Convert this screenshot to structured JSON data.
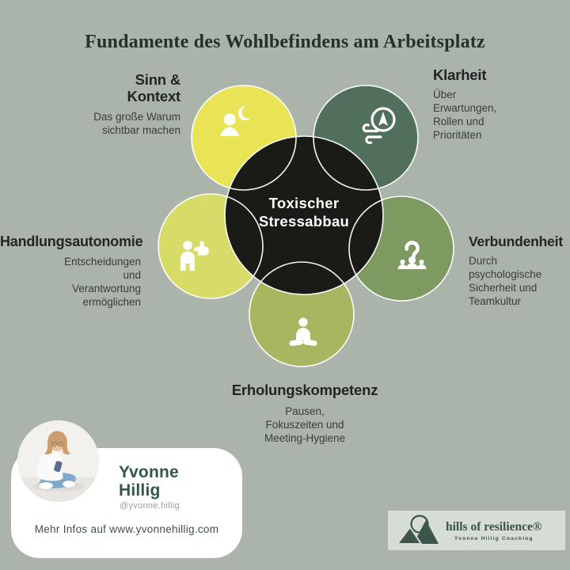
{
  "title": "Fundamente des Wohlbefindens am Arbeitsplatz",
  "background_color": "#aab4ab",
  "center": {
    "label": "Toxischer Stressabbau",
    "color": "#1a1b17",
    "text_color": "#ffffff"
  },
  "nodes": [
    {
      "id": "sinn-kontext",
      "label": "Sinn &\nKontext",
      "description": "Das große Warum\nsichtbar machen",
      "color": "#e9e356",
      "icon": "person-moon-icon"
    },
    {
      "id": "klarheit",
      "label": "Klarheit",
      "description": "Über\nErwartungen,\nRollen und\nPrioritäten",
      "color": "#51705c",
      "icon": "compass-wind-icon"
    },
    {
      "id": "verbundenheit",
      "label": "Verbundenheit",
      "description": "Durch\npsychologische\nSicherheit und\nTeamkultur",
      "color": "#7f9a61",
      "icon": "question-people-icon"
    },
    {
      "id": "erholungskompetenz",
      "label": "Erholungskompetenz",
      "description": "Pausen,\nFokuszeiten und\nMeeting-Hygiene",
      "color": "#a7b65f",
      "icon": "meditation-icon"
    },
    {
      "id": "handlungsautonomie",
      "label": "Handlungsautonomie",
      "description": "Entscheidungen\nund\nVerantwortung\nermöglichen",
      "color": "#d7db67",
      "icon": "person-choice-icon"
    }
  ],
  "profile_card": {
    "name": "Yvonne\nHillig",
    "handle": "@yvonne.hillig",
    "footer": "Mehr Infos auf www.yvonnehillig.com",
    "name_color": "#32584c"
  },
  "brand": {
    "name": "hills of resilience®",
    "tagline": "Yvonne Hillig Coaching",
    "color": "#3b544b"
  }
}
